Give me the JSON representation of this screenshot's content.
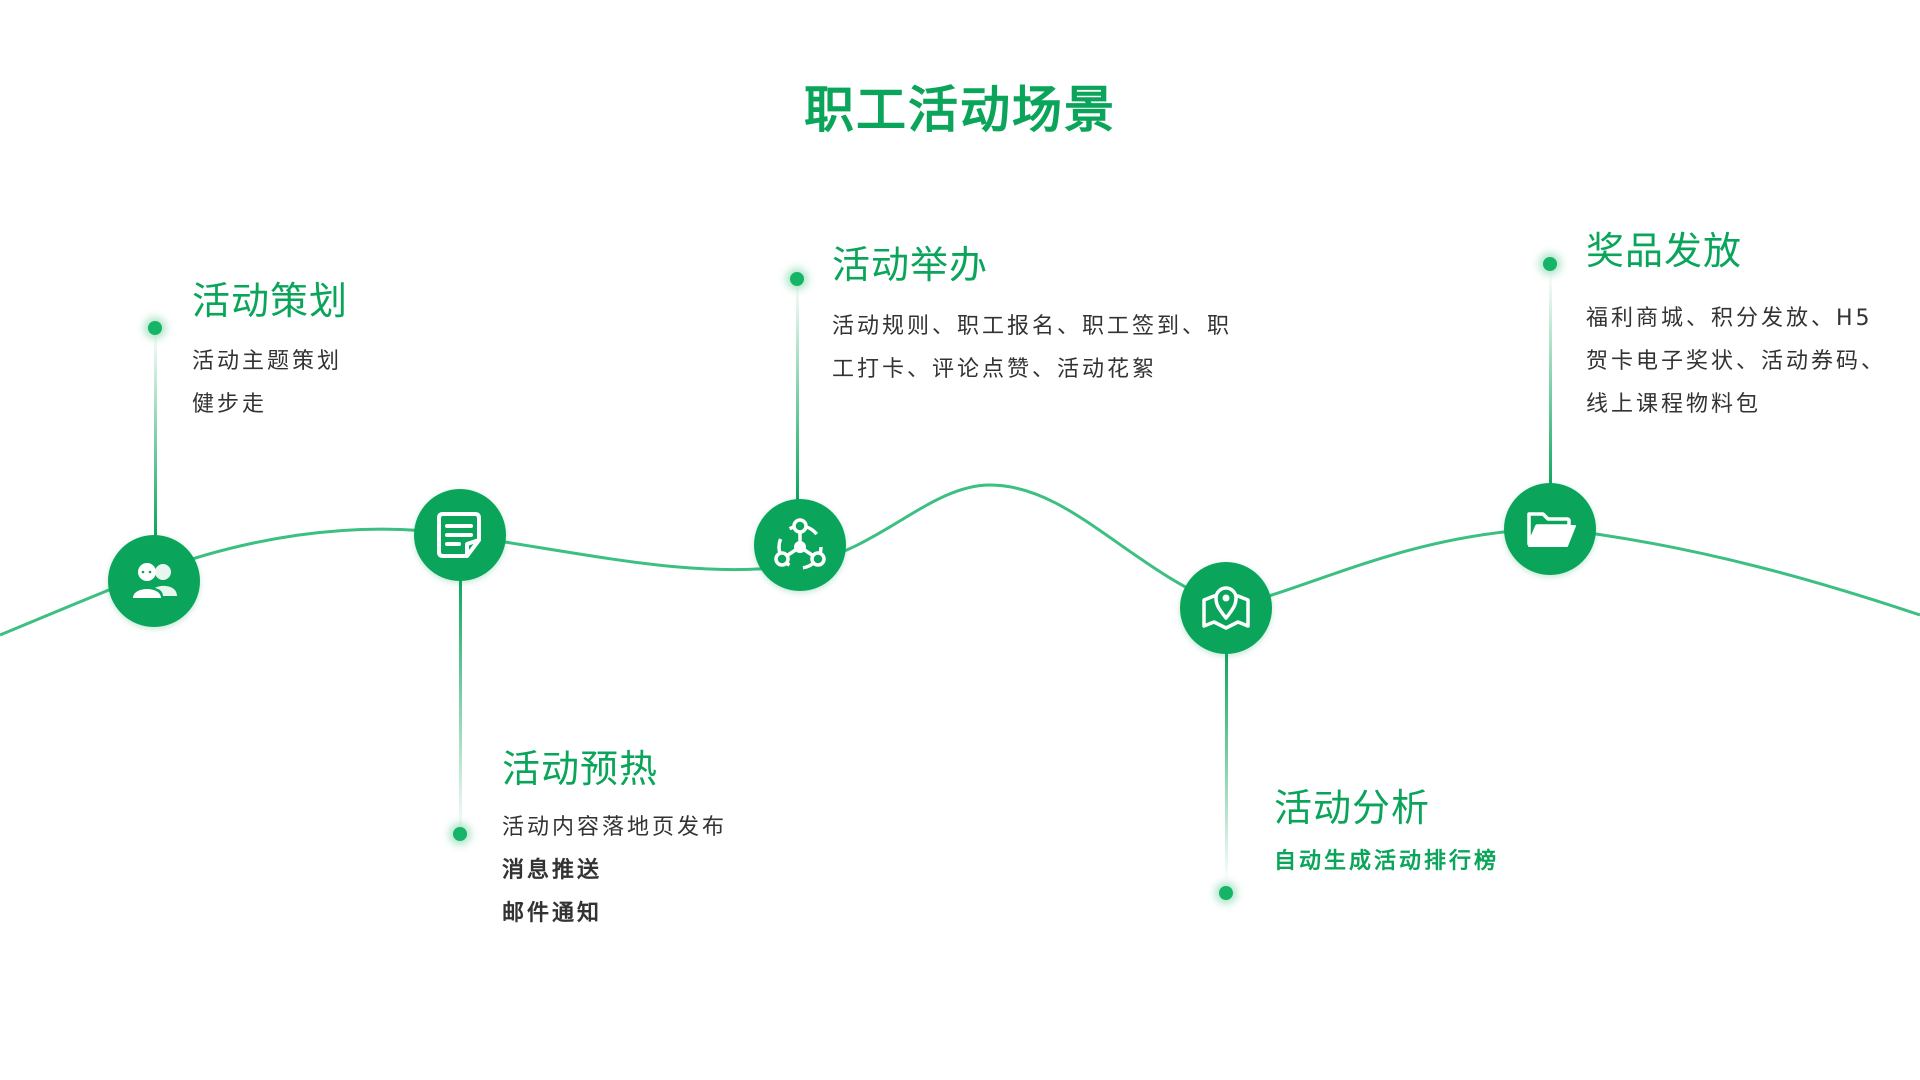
{
  "title": "职工活动场景",
  "colors": {
    "primary": "#0aa55a",
    "curve": "#3cbf82",
    "text": "#333333"
  },
  "stages": [
    {
      "icon": "users-icon",
      "title": "活动策划",
      "lines": [
        "活动主题策划",
        "健步走"
      ]
    },
    {
      "icon": "document-icon",
      "title": "活动预热",
      "lines": [
        "活动内容落地页发布",
        "消息推送",
        "邮件通知"
      ]
    },
    {
      "icon": "network-icon",
      "title": "活动举办",
      "lines": [
        "活动规则、职工报名、职工签到、职",
        "工打卡、评论点赞、活动花絮"
      ]
    },
    {
      "icon": "map-pin-icon",
      "title": "活动分析",
      "lines": [
        "自动生成活动排行榜"
      ]
    },
    {
      "icon": "folder-icon",
      "title": "奖品发放",
      "lines": [
        "福利商城、积分发放、H5",
        "贺卡电子奖状、活动券码、",
        "线上课程物料包"
      ]
    }
  ]
}
